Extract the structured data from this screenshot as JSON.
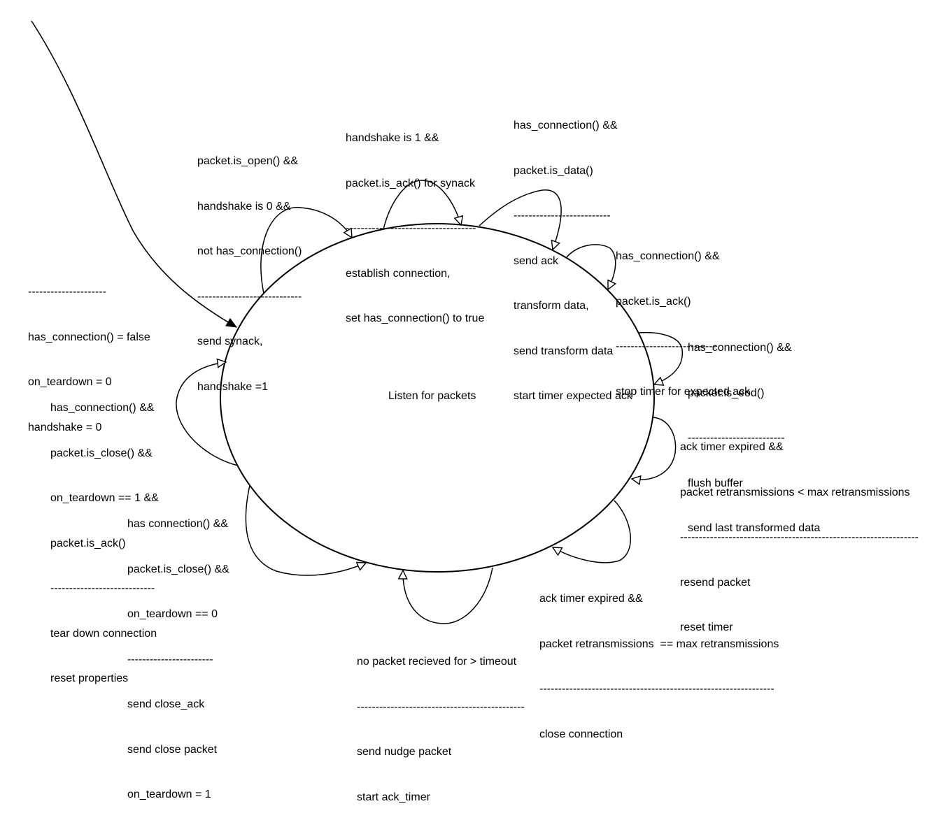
{
  "state": {
    "label": "Listen for packets"
  },
  "initial": {
    "lines": [
      "---------------------",
      "has_connection() = false",
      "on_teardown = 0",
      "handshake = 0"
    ]
  },
  "transitions": [
    {
      "id": "open-handshake",
      "lines": [
        "packet.is_open() &&",
        "handshake is 0 &&",
        "not has_connection()",
        "----------------------------",
        "send synack,",
        "handshake =1"
      ]
    },
    {
      "id": "synack-ack",
      "lines": [
        "handshake is 1 &&",
        "packet.is_ack() for synack",
        "-----------------------------------",
        "establish connection,",
        "set has_connection() to true"
      ]
    },
    {
      "id": "data",
      "lines": [
        "has_connection() &&",
        "packet.is_data()",
        "--------------------------",
        "send ack",
        "transform data,",
        "send transform data",
        "start timer expected ack"
      ]
    },
    {
      "id": "ack",
      "lines": [
        "has_connection() &&",
        "packet.is_ack()",
        "---------------------------",
        "stop timer for expected ack"
      ]
    },
    {
      "id": "eod",
      "lines": [
        "has_connection() &&",
        "packet.is_eod()",
        "--------------------------",
        "flush buffer",
        "send last transformed data"
      ]
    },
    {
      "id": "retransmit",
      "lines": [
        "ack timer expired &&",
        "packet retransmissions < max retransmissions",
        "----------------------------------------------------------------",
        "resend packet",
        "reset timer"
      ]
    },
    {
      "id": "max-retransmit",
      "lines": [
        "ack timer expired &&",
        "packet retransmissions  == max retransmissions",
        "---------------------------------------------------------------",
        "close connection"
      ]
    },
    {
      "id": "timeout",
      "lines": [
        "no packet recieved for > timeout",
        "---------------------------------------------",
        "send nudge packet",
        "start ack_timer"
      ]
    },
    {
      "id": "close-request",
      "lines": [
        "has connection() &&",
        "packet.is_close() &&",
        "on_teardown == 0",
        "-----------------------",
        "send close_ack",
        "send close packet",
        "on_teardown = 1"
      ]
    },
    {
      "id": "close-ack",
      "lines": [
        "has_connection() &&",
        "packet.is_close() &&",
        "on_teardown == 1 &&",
        "packet.is_ack()",
        "----------------------------",
        "tear down connection",
        "reset properties"
      ]
    }
  ]
}
